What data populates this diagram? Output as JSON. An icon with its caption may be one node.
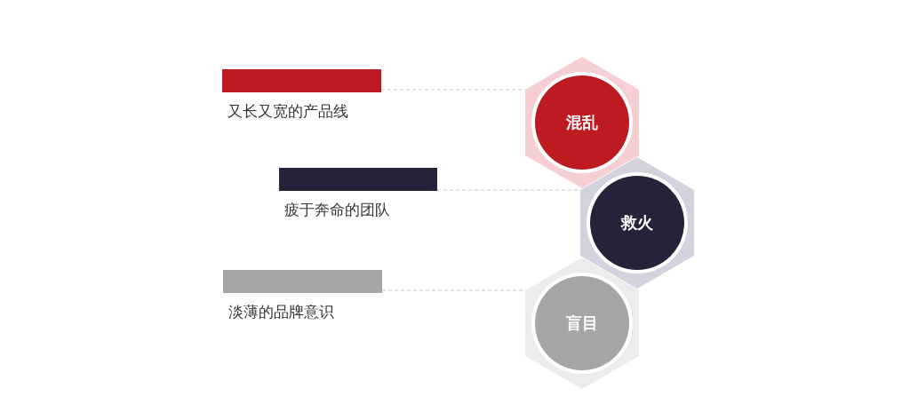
{
  "diagram": {
    "nodes": [
      {
        "text": [
          "又长又宽的产品线"
        ]
      },
      {
        "text": [
          "疲于奔命的团队"
        ]
      },
      {
        "text": [
          "淡薄的品牌意识"
        ]
      },
      {
        "text": [
          "混乱"
        ]
      },
      {
        "text": [
          "救火"
        ]
      },
      {
        "text": [
          "盲目"
        ]
      }
    ],
    "edges": [
      {
        "from": 0,
        "to": 3,
        "arrow": "none",
        "style": "dashed"
      },
      {
        "from": 1,
        "to": 4,
        "arrow": "none",
        "style": "dashed"
      },
      {
        "from": 2,
        "to": 5,
        "arrow": "none",
        "style": "dashed"
      }
    ]
  }
}
